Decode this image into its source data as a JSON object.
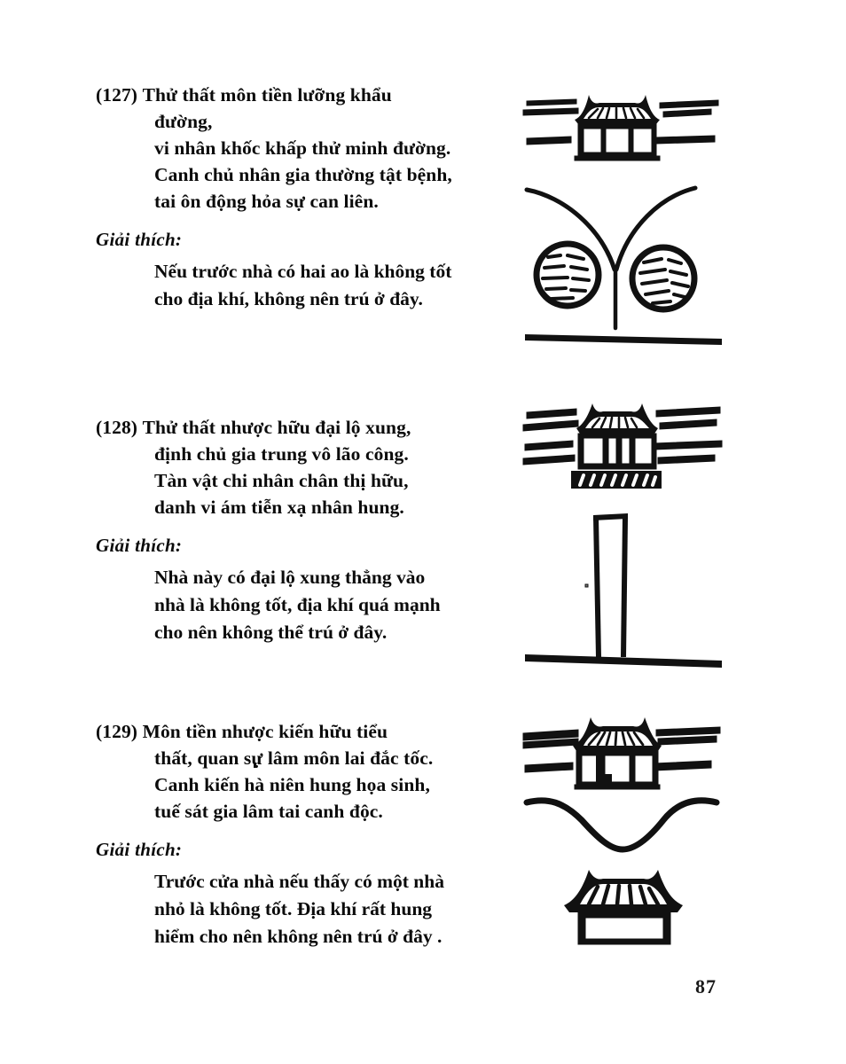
{
  "page": {
    "number": "87",
    "background_color": "#ffffff",
    "ink_color": "#0b0b0b"
  },
  "entries": [
    {
      "id": "127",
      "number_label": "(127)",
      "verse_lines": [
        "Thử thất môn tiền lưỡng khẩu",
        "đường,",
        "vi nhân khốc khấp thử minh đường.",
        "Canh chủ nhân gia thường tật bệnh,",
        "tai ôn động hỏa sự can liên."
      ],
      "gloss_label": "Giải thích:",
      "gloss_lines": [
        "Nếu trước nhà có hai ao là không tốt",
        "cho địa khí, không nên trú ở đây."
      ],
      "figure": {
        "name": "house-with-two-ponds",
        "caption_elements": [
          "house",
          "forking-path",
          "pond-left",
          "pond-right",
          "ground-line"
        ]
      }
    },
    {
      "id": "128",
      "number_label": "(128)",
      "verse_lines": [
        "Thử thất nhược hữu đại lộ xung,",
        "định chủ gia trung vô lão công.",
        "Tàn vật chi nhân chân thị hữu,",
        "danh vi ám tiễn xạ nhân hung."
      ],
      "gloss_label": "Giải thích:",
      "gloss_lines": [
        "Nhà này có đại lộ xung thẳng vào",
        "nhà là không tốt, địa khí quá mạnh",
        "cho nên không thể trú ở đây."
      ],
      "figure": {
        "name": "house-with-road-rushing-in",
        "caption_elements": [
          "house-on-platform",
          "vertical-road",
          "ground-line"
        ]
      }
    },
    {
      "id": "129",
      "number_label": "(129)",
      "verse_lines": [
        "Môn tiền nhược kiến hữu tiểu",
        "thất, quan sự lâm môn lai đắc tốc.",
        "Canh kiến hà niên hung họa sinh,",
        "tuế sát gia lâm tai canh độc."
      ],
      "gloss_label": "Giải thích:",
      "gloss_lines": [
        "Trước cửa nhà nếu thấy có một nhà",
        "nhỏ là không tốt. Địa khí rất hung",
        "hiểm cho nên không nên trú ở đây ."
      ],
      "figure": {
        "name": "house-with-small-house-in-front",
        "caption_elements": [
          "house-with-door",
          "dip-curve",
          "small-house"
        ]
      }
    }
  ]
}
